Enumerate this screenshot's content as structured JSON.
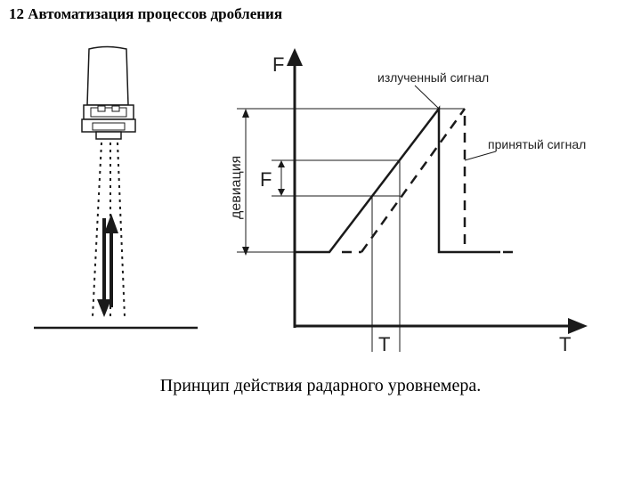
{
  "slide": {
    "title": "12 Автоматизация процессов дробления",
    "caption": "Принцип действия радарного уровнемера."
  },
  "diagram": {
    "axis_y_label": "F",
    "axis_x_label": "T",
    "deviation_label": "девиация",
    "delta_f_label": "F",
    "delta_t_label": "T",
    "emitted_label": "излученный сигнал",
    "received_label": "принятый сигнал"
  },
  "colors": {
    "ink": "#1a1a1a",
    "background": "#ffffff"
  }
}
